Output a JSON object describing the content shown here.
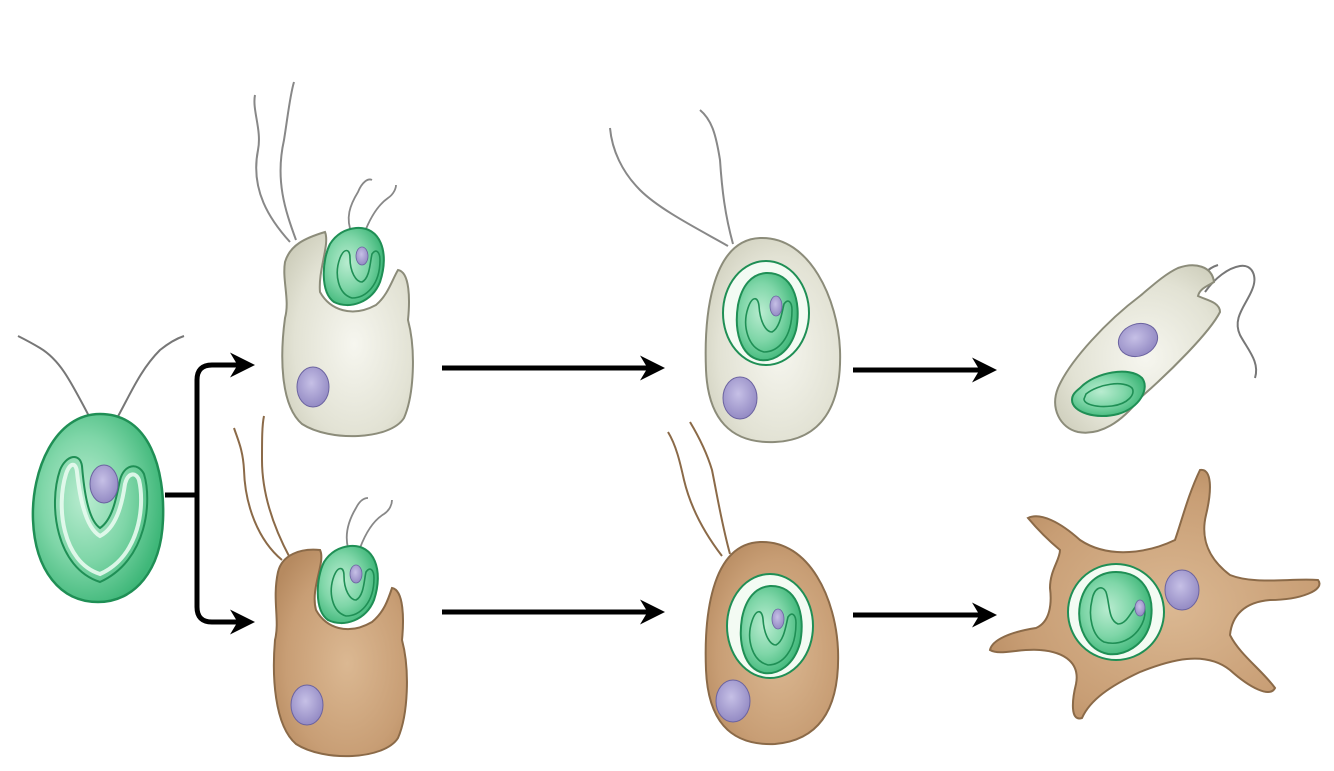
{
  "diagram": {
    "type": "secondary-endosymbiosis-illustration",
    "labels": [],
    "colors": {
      "green_cell_fill": "#6ccf9a",
      "green_cell_stroke": "#1f8f55",
      "grey_host_fill": "#e3e3d6",
      "grey_host_stroke": "#8c8c7a",
      "brown_host_fill": "#c9a07a",
      "brown_host_stroke": "#8b6a48",
      "nucleus_fill": "#a79fd0",
      "arrow": "#000000"
    },
    "nodes": [
      {
        "id": "free-living-alga",
        "icon": "green-flagellate-cell-icon"
      },
      {
        "id": "grey-host-engulfing",
        "icon": "grey-host-cell-engulfing-alga-icon"
      },
      {
        "id": "brown-host-engulfing",
        "icon": "brown-host-cell-engulfing-alga-icon"
      },
      {
        "id": "grey-host-with-endosymbiont",
        "icon": "grey-cell-with-endosymbiont-icon"
      },
      {
        "id": "brown-host-with-endosymbiont",
        "icon": "brown-cell-with-endosymbiont-icon"
      },
      {
        "id": "grey-flagellate-with-plastid",
        "icon": "grey-flagellate-with-plastid-icon"
      },
      {
        "id": "brown-amoeboid-with-plastid",
        "icon": "brown-amoeboid-cell-with-plastid-icon"
      }
    ],
    "edges": [
      {
        "from": "free-living-alga",
        "to": "grey-host-engulfing"
      },
      {
        "from": "free-living-alga",
        "to": "brown-host-engulfing"
      },
      {
        "from": "grey-host-engulfing",
        "to": "grey-host-with-endosymbiont"
      },
      {
        "from": "brown-host-engulfing",
        "to": "brown-host-with-endosymbiont"
      },
      {
        "from": "grey-host-with-endosymbiont",
        "to": "grey-flagellate-with-plastid"
      },
      {
        "from": "brown-host-with-endosymbiont",
        "to": "brown-amoeboid-with-plastid"
      }
    ]
  }
}
